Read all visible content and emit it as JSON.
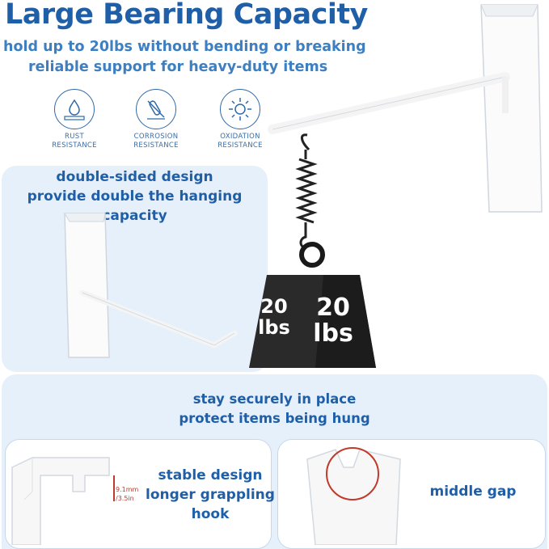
{
  "header": {
    "title": "Large Bearing Capacity",
    "subtitle_line1": "hold up to 20lbs without bending or breaking",
    "subtitle_line2": "reliable support for heavy-duty items"
  },
  "features": [
    {
      "icon": "water-drop-pipe-icon",
      "label_line1": "RUST",
      "label_line2": "RESISTANCE"
    },
    {
      "icon": "test-tube-crossed-icon",
      "label_line1": "CORROSION",
      "label_line2": "RESISTANCE"
    },
    {
      "icon": "sun-icon",
      "label_line1": "OXIDATION",
      "label_line2": "RESISTANCE"
    }
  ],
  "weight": {
    "label_left": "20\nlbs",
    "label_left_num": "20",
    "label_left_unit": "lbs",
    "label_right_num": "20",
    "label_right_unit": "lbs"
  },
  "panel_double": {
    "line1": "double-sided design",
    "line2": "provide double the hanging capacity"
  },
  "panel_secure": {
    "line1": "stay securely in place",
    "line2": "protect items being hung"
  },
  "detail_stable": {
    "line1": "stable design",
    "line2": "longer grappling",
    "line3": "hook",
    "dim1": "9.1mm",
    "dim2": "/3.5in"
  },
  "detail_gap": {
    "label": "middle gap"
  },
  "colors": {
    "title": "#1f5fa8",
    "subtitle": "#3d7fc0",
    "panel_bg": "#e6f0fb",
    "highlight_circle": "#c0392b"
  }
}
